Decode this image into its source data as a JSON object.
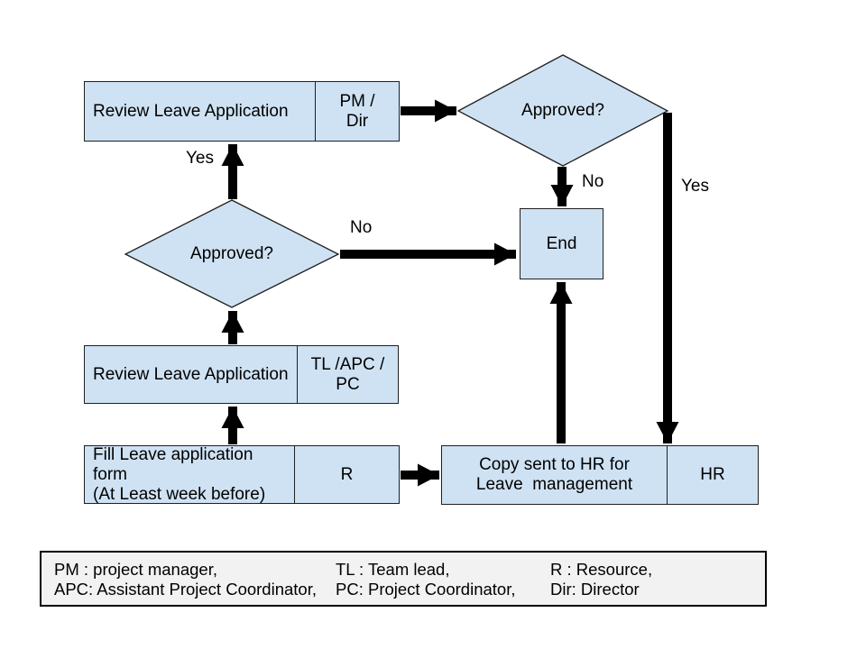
{
  "colors": {
    "canvas-bg": "#ffffff",
    "node-fill": "#cfe2f3",
    "node-border": "#1f1f1f",
    "arrow": "#000000",
    "legend-fill": "#f2f2f2",
    "text": "#000000"
  },
  "nodes": {
    "review_top": {
      "label": "Review Leave Application",
      "role": "PM /\nDir"
    },
    "approved_top": {
      "label": "Approved?"
    },
    "end": {
      "label": "End"
    },
    "approved_mid": {
      "label": "Approved?"
    },
    "review_mid": {
      "label": "Review Leave Application",
      "role": "TL /APC /\nPC"
    },
    "fill_form": {
      "label": "Fill Leave application form\n(At Least week before)",
      "role": "R"
    },
    "copy_hr": {
      "label": "Copy sent to HR for\nLeave  management",
      "role": "HR"
    }
  },
  "edge_labels": {
    "approved_mid_yes": "Yes",
    "approved_top_no": "No",
    "approved_top_yes": "Yes",
    "approved_mid_no": "No"
  },
  "legend": {
    "columns": [
      {
        "line1": "PM : project manager,",
        "line2": "APC: Assistant Project Coordinator,"
      },
      {
        "line1": "TL : Team lead,",
        "line2": "PC: Project Coordinator,"
      },
      {
        "line1": "R : Resource,",
        "line2": "Dir: Director"
      }
    ]
  }
}
